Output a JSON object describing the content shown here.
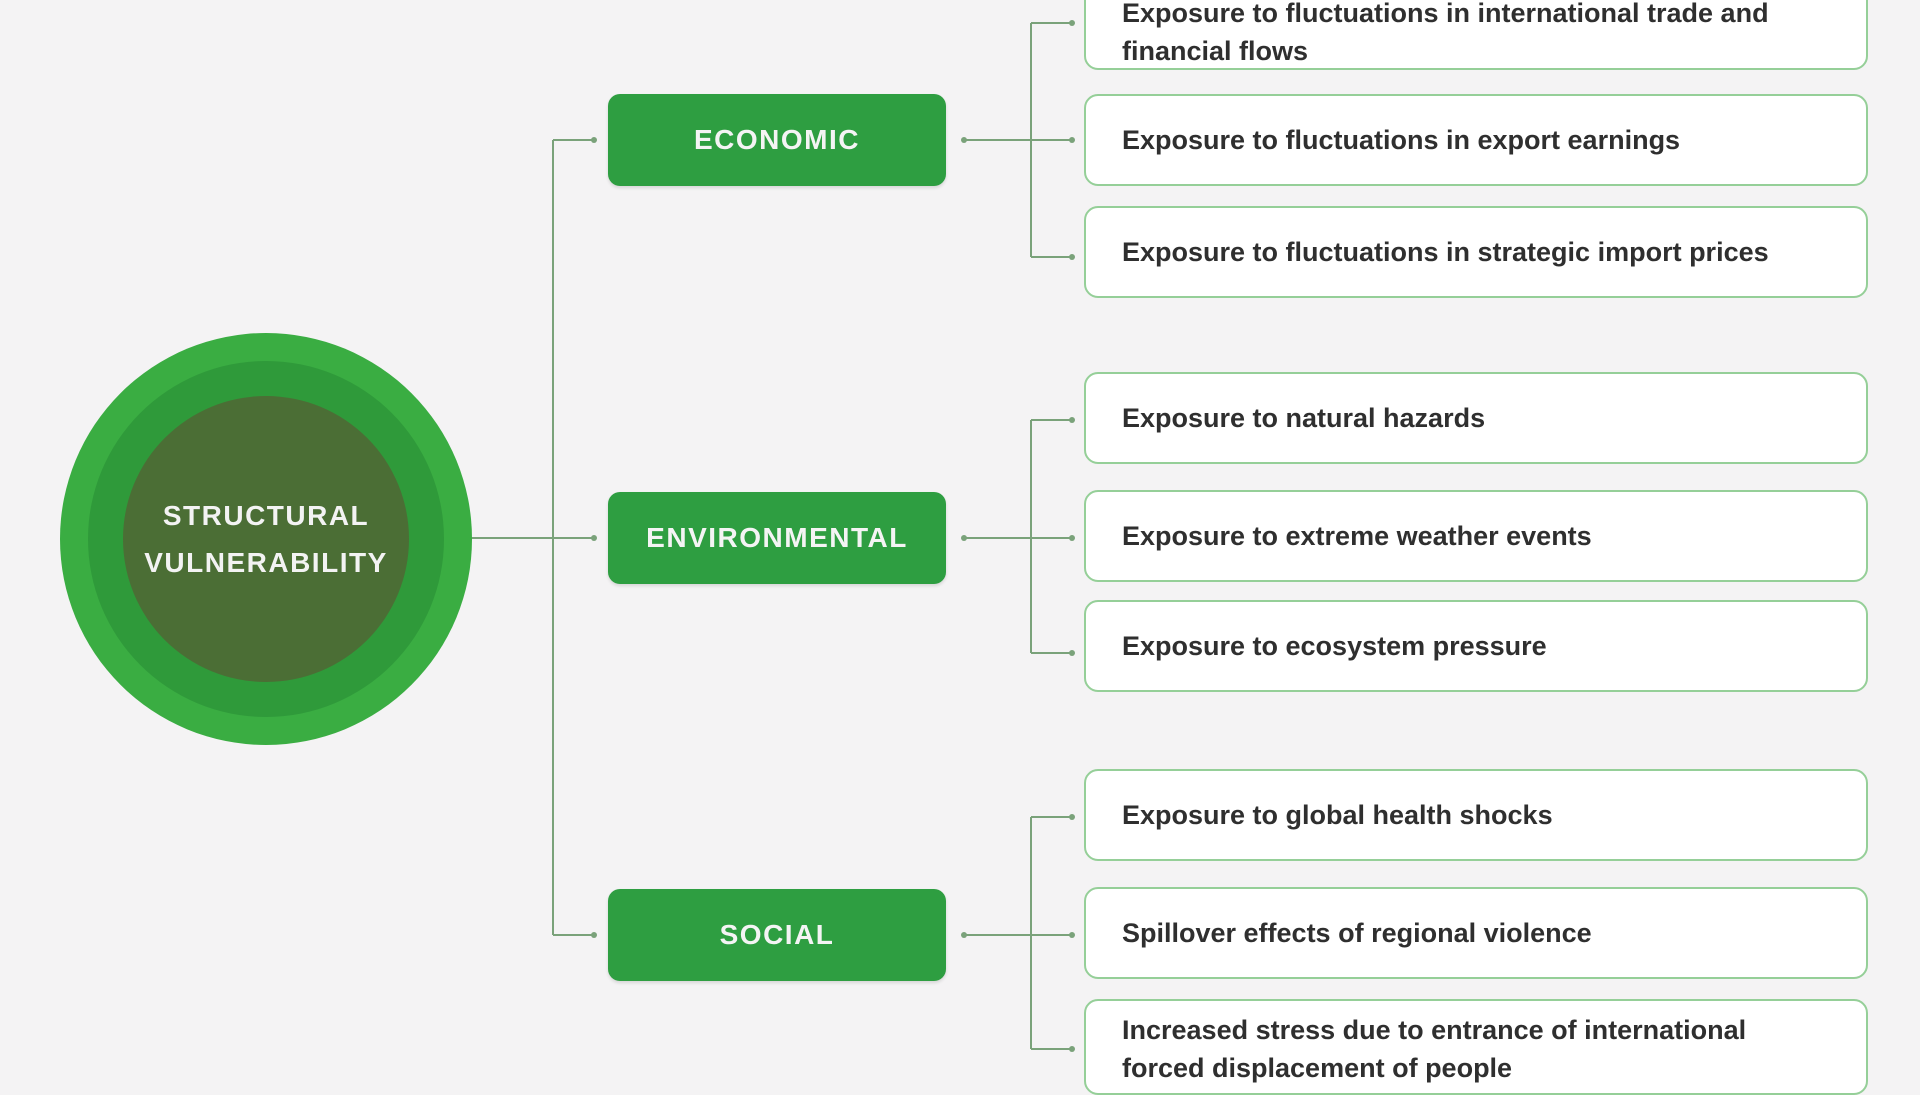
{
  "center": {
    "line1": "STRUCTURAL",
    "line2": "VULNERABILITY"
  },
  "categories": [
    {
      "label": "ECONOMIC",
      "items": [
        "Exposure to fluctuations in international trade and financial flows",
        "Exposure to fluctuations in export earnings",
        "Exposure to fluctuations in strategic import prices"
      ]
    },
    {
      "label": "ENVIRONMENTAL",
      "items": [
        "Exposure to natural hazards",
        "Exposure to extreme weather events",
        "Exposure to ecosystem pressure"
      ]
    },
    {
      "label": "SOCIAL",
      "items": [
        "Exposure to global health shocks",
        "Spillover effects of regional violence",
        "Increased stress due to entrance of international forced displacement of people"
      ]
    }
  ],
  "colors": {
    "category_fill": "#2e9e41",
    "circle_outer": "#3aad42",
    "circle_inner": "#4b6e35",
    "item_border": "#95cf98",
    "connector": "#7aa27a"
  }
}
